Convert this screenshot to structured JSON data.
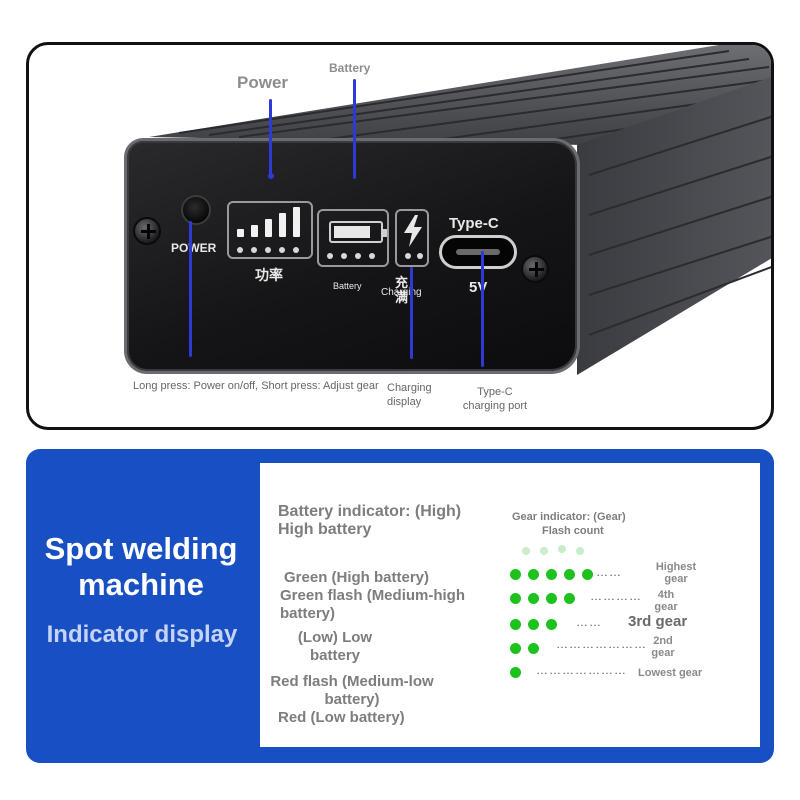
{
  "top": {
    "panel_power": "POWER",
    "panel_gear": "功率",
    "panel_battery": "Battery",
    "panel_charging": "Charging",
    "panel_full": "充满",
    "panel_typec": "Type-C",
    "panel_5v": "5V",
    "label_power": "Power",
    "label_battery": "Battery",
    "callout_power": "Long press: Power on/off, Short press: Adjust gear",
    "callout_charging": "Charging display",
    "callout_typec": "Type-C charging port"
  },
  "bottom": {
    "title_line1": "Spot welding",
    "title_line2": "machine",
    "subtitle": "Indicator display",
    "battery_indicator_header": "Battery indicator: (High)",
    "high_battery": "High battery",
    "green_high": "Green (High battery)",
    "green_flash": "Green flash (Medium-high battery)",
    "low_battery": "(Low) Low battery",
    "red_flash": "Red flash (Medium-low battery)",
    "red_low": "Red (Low battery)",
    "gear_indicator_header": "Gear indicator: (Gear)",
    "flash_count": "Flash count",
    "gears": [
      {
        "label": "Highest gear",
        "dots": 5
      },
      {
        "label": "4th gear",
        "dots": 4
      },
      {
        "label": "3rd gear",
        "dots": 3
      },
      {
        "label": "2nd gear",
        "dots": 2
      },
      {
        "label": "Lowest gear",
        "dots": 1
      }
    ]
  },
  "colors": {
    "accent_blue": "#1850c4",
    "callout_line": "#2d3ad6",
    "led_green": "#1ec21e"
  },
  "icons": [
    "power-button-icon",
    "signal-bars-icon",
    "battery-icon",
    "lightning-icon",
    "usb-c-port-icon",
    "screw-icon"
  ]
}
